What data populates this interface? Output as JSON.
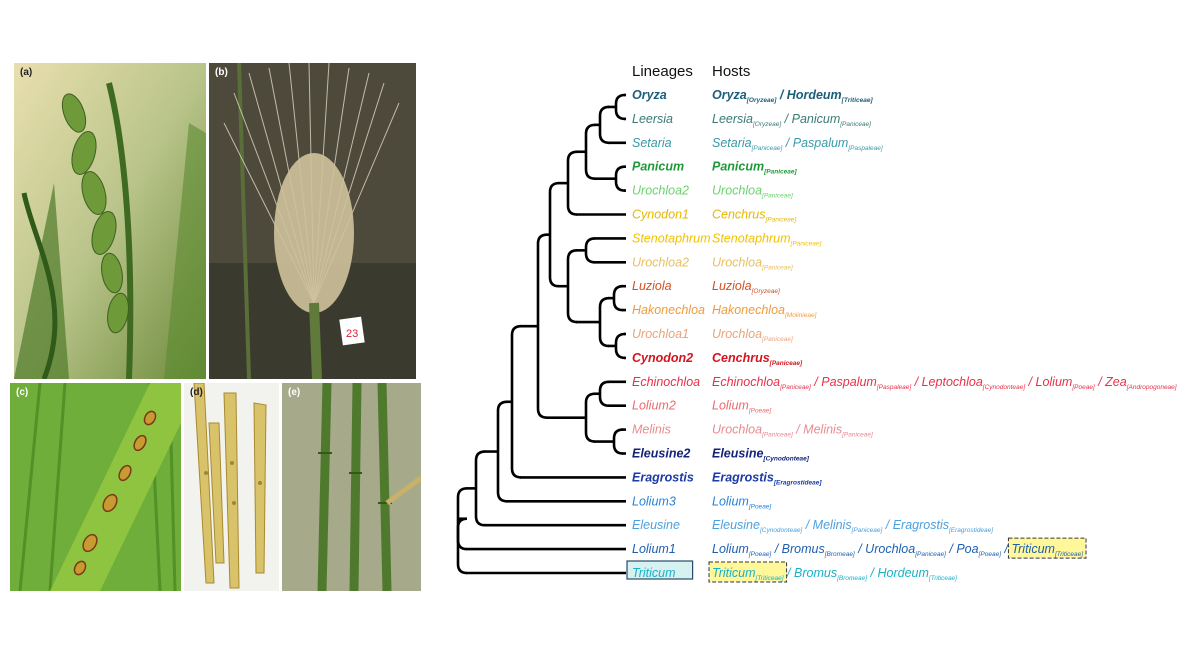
{
  "panels": [
    {
      "label": "(a)"
    },
    {
      "label": "(b)",
      "tag_text": "23"
    },
    {
      "label": "(c)"
    },
    {
      "label": "(d)"
    },
    {
      "label": "(e)"
    }
  ],
  "tree": {
    "header_lineages": "Lineages",
    "header_hosts": "Hosts",
    "rows": [
      {
        "lineage": "Oryza",
        "bold": true,
        "color": "#1b5e7a",
        "hosts": [
          {
            "g": "Oryza",
            "t": "Oryzeae"
          },
          {
            "g": "Hordeum",
            "t": "Triticeae"
          }
        ]
      },
      {
        "lineage": "Leersia",
        "bold": false,
        "color": "#3a7a72",
        "hosts": [
          {
            "g": "Leersia",
            "t": "Oryzeae"
          },
          {
            "g": "Panicum",
            "t": "Paniceae"
          }
        ]
      },
      {
        "lineage": "Setaria",
        "bold": false,
        "color": "#3a9aa8",
        "hosts": [
          {
            "g": "Setaria",
            "t": "Paniceae"
          },
          {
            "g": "Paspalum",
            "t": "Paspaleae"
          }
        ]
      },
      {
        "lineage": "Panicum",
        "bold": true,
        "color": "#1f9a3a",
        "hosts": [
          {
            "g": "Panicum",
            "t": "Paniceae"
          }
        ]
      },
      {
        "lineage": "Urochloa2",
        "bold": false,
        "color": "#6bd36b",
        "hosts": [
          {
            "g": "Urochloa",
            "t": "Paniceae"
          }
        ]
      },
      {
        "lineage": "Cynodon1",
        "bold": false,
        "color": "#e6b800",
        "hosts": [
          {
            "g": "Cenchrus",
            "t": "Paniceae"
          }
        ]
      },
      {
        "lineage": "Stenotaphrum",
        "bold": false,
        "color": "#f2c200",
        "hosts": [
          {
            "g": "Stenotaphrum",
            "t": "Paniceae"
          }
        ]
      },
      {
        "lineage": "Urochloa2",
        "bold": false,
        "color": "#e6c060",
        "hosts": [
          {
            "g": "Urochloa",
            "t": "Paniceae"
          }
        ]
      },
      {
        "lineage": "Luziola",
        "bold": false,
        "color": "#d2501e",
        "hosts": [
          {
            "g": "Luziola",
            "t": "Oryzeae"
          }
        ]
      },
      {
        "lineage": "Hakonechloa",
        "bold": false,
        "color": "#f09a3e",
        "hosts": [
          {
            "g": "Hakonechloa",
            "t": "Molinieae"
          }
        ]
      },
      {
        "lineage": "Urochloa1",
        "bold": false,
        "color": "#e8a47c",
        "hosts": [
          {
            "g": "Urochloa",
            "t": "Paniceae"
          }
        ]
      },
      {
        "lineage": "Cynodon2",
        "bold": true,
        "color": "#d4141e",
        "hosts": [
          {
            "g": "Cenchrus",
            "t": "Paniceae"
          }
        ]
      },
      {
        "lineage": "Echinochloa",
        "bold": false,
        "color": "#e8304a",
        "hosts": [
          {
            "g": "Echinochloa",
            "t": "Paniceae"
          },
          {
            "g": "Paspalum",
            "t": "Paspaleae"
          },
          {
            "g": "Leptochloa",
            "t": "Cynodonteae"
          },
          {
            "g": "Lolium",
            "t": "Poeae"
          },
          {
            "g": "Zea",
            "t": "Andropogoneae"
          }
        ]
      },
      {
        "lineage": "Lolium2",
        "bold": false,
        "color": "#ea6a72",
        "hosts": [
          {
            "g": "Lolium",
            "t": "Poeae"
          }
        ]
      },
      {
        "lineage": "Melinis",
        "bold": false,
        "color": "#e88a90",
        "hosts": [
          {
            "g": "Urochloa",
            "t": "Paniceae"
          },
          {
            "g": "Melinis",
            "t": "Paniceae"
          }
        ]
      },
      {
        "lineage": "Eleusine2",
        "bold": true,
        "color": "#12237a",
        "hosts": [
          {
            "g": "Eleusine",
            "t": "Cynodonteae"
          }
        ]
      },
      {
        "lineage": "Eragrostis",
        "bold": true,
        "color": "#1a3aa8",
        "hosts": [
          {
            "g": "Eragrostis",
            "t": "Eragrostideae"
          }
        ]
      },
      {
        "lineage": "Lolium3",
        "bold": false,
        "color": "#2a82d8",
        "hosts": [
          {
            "g": "Lolium",
            "t": "Poeae"
          }
        ]
      },
      {
        "lineage": "Eleusine",
        "bold": false,
        "color": "#4aa0e0",
        "hosts": [
          {
            "g": "Eleusine",
            "t": "Cynodonteae"
          },
          {
            "g": "Melinis",
            "t": "Paniceae"
          },
          {
            "g": "Eragrostis",
            "t": "Eragrostideae"
          }
        ]
      },
      {
        "lineage": "Lolium1",
        "bold": false,
        "color": "#1f5fb0",
        "hosts": [
          {
            "g": "Lolium",
            "t": "Poeae"
          },
          {
            "g": "Bromus",
            "t": "Bromeae"
          },
          {
            "g": "Urochloa",
            "t": "Paniceae"
          },
          {
            "g": "Poa",
            "t": "Poeae"
          },
          {
            "g": "Triticum",
            "t": "Triticeae",
            "box": true
          }
        ]
      },
      {
        "lineage": "Triticum",
        "bold": false,
        "color": "#1ab0c8",
        "lineage_box": true,
        "hosts": [
          {
            "g": "Triticum",
            "t": "Triticeae",
            "box": true
          },
          {
            "g": "Bromus",
            "t": "Bromeae"
          },
          {
            "g": "Hordeum",
            "t": "Triticeae"
          }
        ]
      }
    ]
  },
  "colors": {
    "tree_line": "#000000",
    "highlight": "#fff79a",
    "lineage_box_fill": "#d6f1f0",
    "lineage_box_stroke": "#2a4a6a"
  }
}
